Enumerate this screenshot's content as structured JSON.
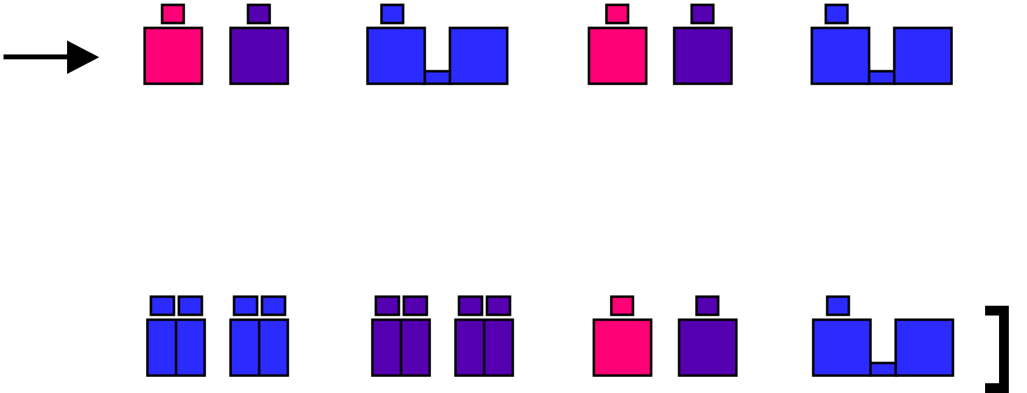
{
  "colors": {
    "pink": "#ff0076",
    "purple": "#5500b0",
    "blue": "#2b2bff",
    "outline": "#000000",
    "background": "#ffffff"
  },
  "icons": {
    "pointer": "right-arrow-icon",
    "bracket": "closing-bracket-icon"
  },
  "rows": [
    {
      "name": "top-row",
      "groups": [
        {
          "type": "pair",
          "color": "pink"
        },
        {
          "type": "pair",
          "color": "purple"
        },
        {
          "type": "bridge",
          "color": "blue"
        },
        {
          "type": "pair",
          "color": "pink"
        },
        {
          "type": "pair",
          "color": "purple"
        },
        {
          "type": "bridge",
          "color": "blue"
        }
      ]
    },
    {
      "name": "bottom-row",
      "groups": [
        {
          "type": "split",
          "color": "blue"
        },
        {
          "type": "split",
          "color": "blue"
        },
        {
          "type": "split",
          "color": "purple"
        },
        {
          "type": "split",
          "color": "purple"
        },
        {
          "type": "pair",
          "color": "pink"
        },
        {
          "type": "pair",
          "color": "purple"
        },
        {
          "type": "bridge",
          "color": "blue"
        }
      ]
    }
  ]
}
